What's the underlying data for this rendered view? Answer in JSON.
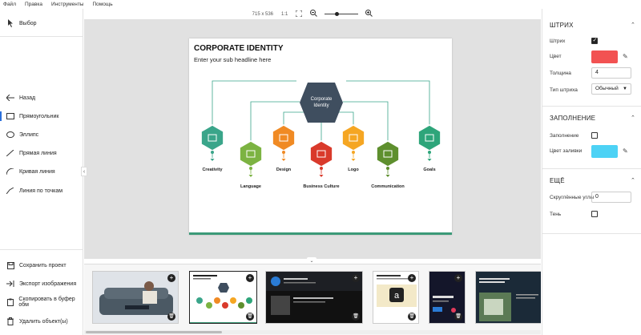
{
  "menu": [
    "Файл",
    "Правка",
    "Инструменты",
    "Помощь"
  ],
  "toolbar": {
    "size": "715 x 536",
    "ratio": "1:1"
  },
  "left_tools": {
    "select": "Выбор",
    "back": "Назад",
    "rect": "Прямоугольник",
    "ellipse": "Эллипс",
    "line": "Прямая линия",
    "curve": "Кривая линия",
    "points": "Линия по точкам",
    "save": "Сохранить проект",
    "export": "Экспорт изображения",
    "copy": "Скопировать в буфер обм",
    "delete": "Удалить объект(ы)"
  },
  "slide": {
    "title": "CORPORATE IDENTITY",
    "subtitle": "Enter your sub headline here",
    "center_line1": "Corporate",
    "center_line2": "Identity",
    "nodes": [
      {
        "label": "Creativity",
        "color": "#3aa58a"
      },
      {
        "label": "Language",
        "color": "#7cb342"
      },
      {
        "label": "Design",
        "color": "#f08a24"
      },
      {
        "label": "Business Culture",
        "color": "#d93a2b"
      },
      {
        "label": "Logo",
        "color": "#f5a623"
      },
      {
        "label": "Communication",
        "color": "#5e8f2e"
      },
      {
        "label": "Goals",
        "color": "#2ea57a"
      }
    ],
    "center_color": "#3f4e5f"
  },
  "right_panel": {
    "stroke": {
      "title": "ШТРИХ",
      "stroke_label": "Штрих",
      "stroke_on": true,
      "color_label": "Цвет",
      "color": "#f25252",
      "width_label": "Толщина",
      "width_value": "4",
      "type_label": "Тип штриха",
      "type_value": "Обычный"
    },
    "fill": {
      "title": "ЗАПОЛНЕНИЕ",
      "fill_label": "Заполнение",
      "fill_on": false,
      "color_label": "Цвет заливки",
      "color": "#4dd2f5"
    },
    "more": {
      "title": "ЕЩЁ",
      "radius_label": "Скруглённые углы",
      "radius_value": "0",
      "shadow_label": "Тень",
      "shadow_on": false
    }
  },
  "thumbnails": [
    {
      "name": "sofa-photo"
    },
    {
      "name": "corporate-identity-slide"
    },
    {
      "name": "dark-profile-page"
    },
    {
      "name": "amazon-post"
    },
    {
      "name": "dark-instagram-post"
    },
    {
      "name": "sustainable-future-banner"
    }
  ]
}
